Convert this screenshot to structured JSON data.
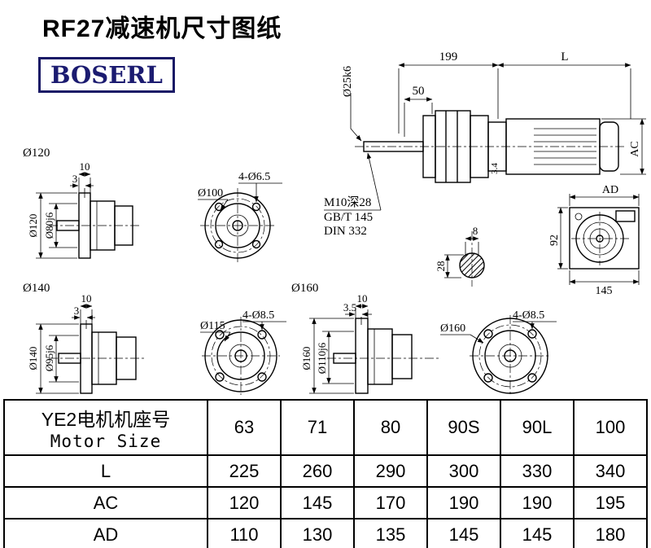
{
  "title": "RF27减速机尺寸图纸",
  "logo": "BOSERL",
  "main_view": {
    "dim199": "199",
    "dimL": "L",
    "dim50": "50",
    "shaft_dia": "Ø25k6",
    "ac": "AC",
    "dim34": "3.4",
    "note1": "M10深28",
    "note2": "GB/T 145",
    "note3": "DIN 332"
  },
  "rear_view": {
    "ad": "AD",
    "h92": "92",
    "w145": "145"
  },
  "key_view": {
    "w8": "8",
    "h28": "28"
  },
  "flange120": {
    "label": "Ø120",
    "t10": "10",
    "t3": "3",
    "od": "Ø120",
    "spigot": "Ø80j6",
    "bolt_circle": "Ø100",
    "holes": "4-Ø6.5"
  },
  "flange140": {
    "label": "Ø140",
    "t10": "10",
    "t3": "3",
    "od": "Ø140",
    "spigot": "Ø95j6",
    "bolt_circle": "Ø115",
    "holes": "4-Ø8.5"
  },
  "flange160": {
    "label": "Ø160",
    "t10": "10",
    "t35": "3.5",
    "od": "Ø160",
    "spigot": "Ø110j6",
    "bolt_circle": "Ø160",
    "holes": "4-Ø8.5"
  },
  "table": {
    "header_cn": "YE2电机机座号",
    "header_en": "Motor Size",
    "sizes": [
      "63",
      "71",
      "80",
      "90S",
      "90L",
      "100"
    ],
    "rows": [
      {
        "label": "L",
        "values": [
          "225",
          "260",
          "290",
          "300",
          "330",
          "340"
        ]
      },
      {
        "label": "AC",
        "values": [
          "120",
          "145",
          "170",
          "190",
          "190",
          "195"
        ]
      },
      {
        "label": "AD",
        "values": [
          "110",
          "130",
          "135",
          "145",
          "145",
          "180"
        ]
      }
    ]
  }
}
